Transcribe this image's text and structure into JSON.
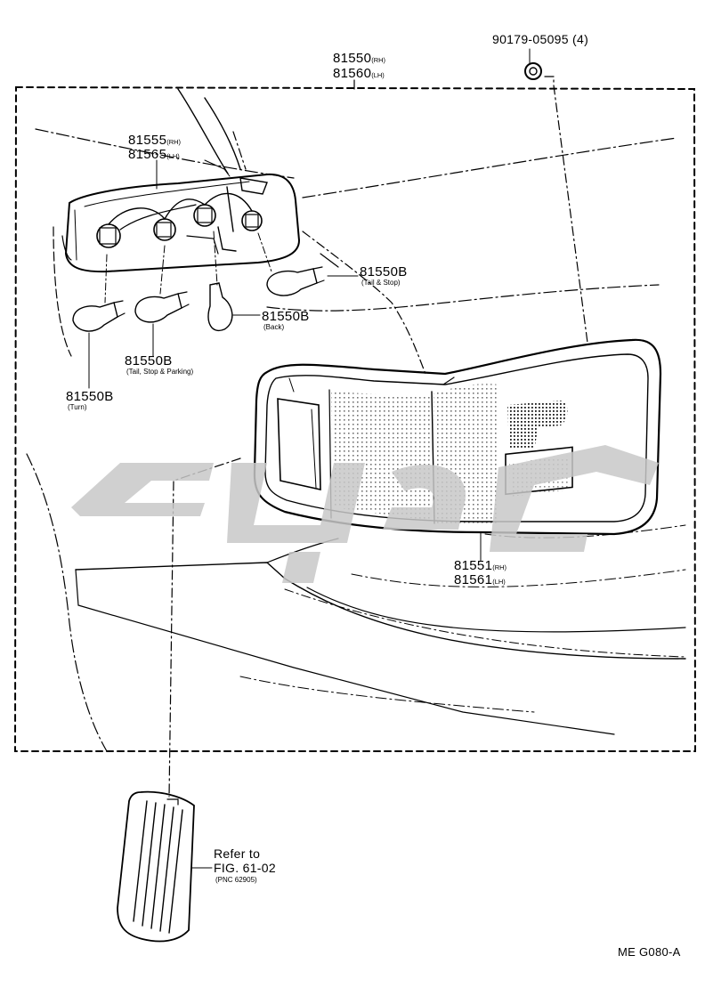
{
  "assembly": {
    "pn_rh": "81550",
    "side_rh": "(RH)",
    "pn_lh": "81560",
    "side_lh": "(LH)"
  },
  "clip": {
    "pn": "90179-05095",
    "qty": "(4)"
  },
  "socket": {
    "pn_rh": "81555",
    "side_rh": "(RH)",
    "pn_lh": "81565",
    "side_lh": "(LH)"
  },
  "bulb_tail_stop": {
    "pn": "81550B",
    "desc": "(Tail & Stop)"
  },
  "bulb_back": {
    "pn": "81550B",
    "desc": "(Back)"
  },
  "bulb_tail_stop_parking": {
    "pn": "81550B",
    "desc": "(Tail, Stop & Parking)"
  },
  "bulb_turn": {
    "pn": "81550B",
    "desc": "(Turn)"
  },
  "lens": {
    "pn_rh": "81551",
    "side_rh": "(RH)",
    "pn_lh": "81561",
    "side_lh": "(LH)"
  },
  "refer": {
    "line1": "Refer to",
    "line2": "FIG. 61-02",
    "line3": "(PNC 62905)"
  },
  "fig_code": "ME G080-A",
  "colors": {
    "ink": "#000000",
    "watermark": "#c8c8c8"
  }
}
